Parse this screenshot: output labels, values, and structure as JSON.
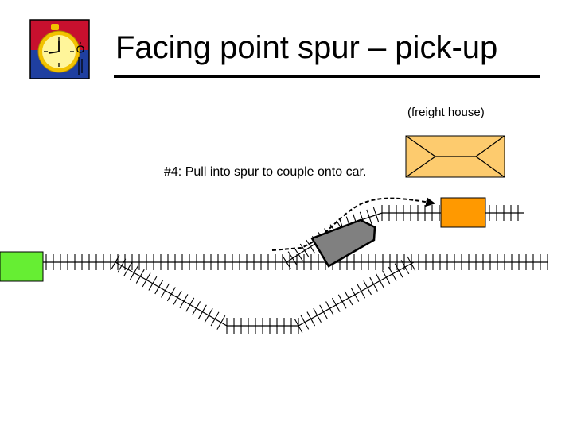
{
  "slide": {
    "title": "Facing point spur – pick-up",
    "step_text": "#4: Pull into spur to couple onto car.",
    "building_label": "(freight house)",
    "logo_icon": "stopwatch-icon"
  },
  "colors": {
    "logo_red": "#C8102E",
    "logo_blue": "#1F3FA0",
    "stopwatch_face": "#FFF59A",
    "stopwatch_rim": "#F2C200",
    "freight_house_fill": "#FDCB6E",
    "freight_car_fill": "#FF9900",
    "locomotive_fill": "#808080",
    "green_car_fill": "#66EE33",
    "track": "#000000"
  }
}
